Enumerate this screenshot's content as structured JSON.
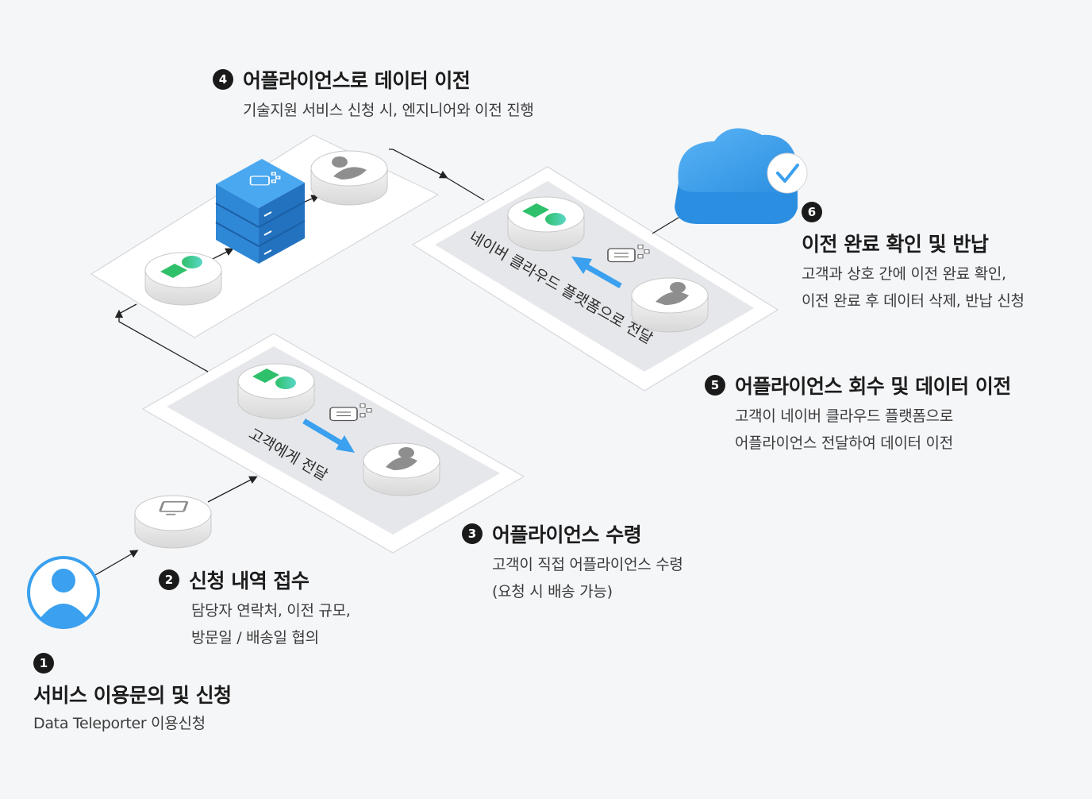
{
  "steps": [
    {
      "num": "1",
      "title": "서비스 이용문의 및 신청",
      "desc": [
        "Data Teleporter 이용신청"
      ]
    },
    {
      "num": "2",
      "title": "신청 내역 접수",
      "desc": [
        "담당자 연락처, 이전 규모,",
        "방문일 / 배송일 협의"
      ]
    },
    {
      "num": "3",
      "title": "어플라이언스 수령",
      "desc": [
        "고객이 직접 어플라이언스 수령",
        "(요청 시 배송 가능)"
      ]
    },
    {
      "num": "4",
      "title": "어플라이언스로 데이터 이전",
      "desc": [
        "기술지원 서비스 신청 시, 엔지니어와 이전 진행"
      ]
    },
    {
      "num": "5",
      "title": "어플라이언스 회수 및 데이터 이전",
      "desc": [
        "고객이 네이버 클라우드 플랫폼으로",
        "어플라이언스 전달하여 데이터 이전"
      ]
    },
    {
      "num": "6",
      "title": "이전 완료 확인 및 반납",
      "desc": [
        "고객과 상호 간에 이전 완료 확인,",
        "이전 완료 후 데이터 삭제, 반납 신청"
      ]
    }
  ],
  "labels": {
    "deliver_to_customer": "고객에게 전달",
    "deliver_to_ncp": "네이버 클라우드 플랫폼으로 전달"
  },
  "colors": {
    "accent": "#3aa0ef",
    "green": "#2ec06a",
    "teal": "#4fd1b8",
    "badge": "#1a1a1a"
  }
}
